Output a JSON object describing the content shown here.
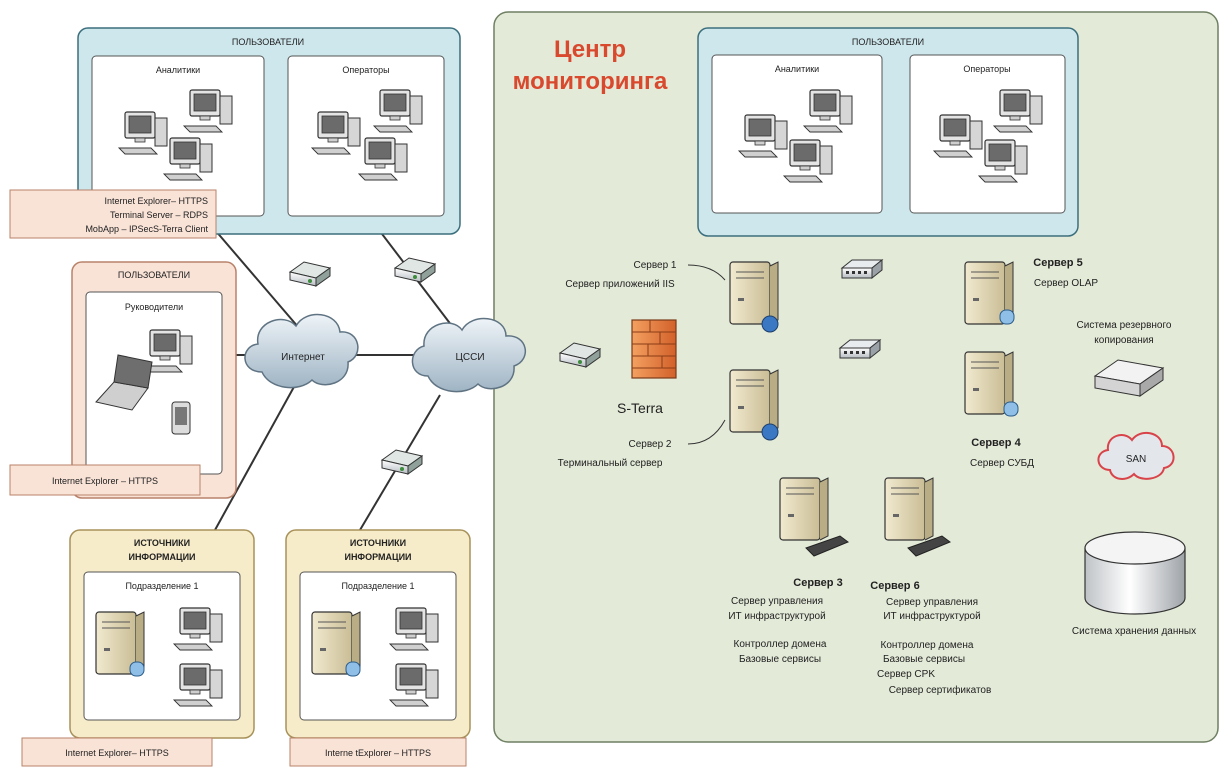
{
  "center": {
    "title_line1": "Центр",
    "title_line2": "мониторинга",
    "users_group": {
      "title": "ПОЛЬЗОВАТЕЛИ",
      "analysts": "Аналитики",
      "operators": "Операторы"
    }
  },
  "left_users": {
    "title": "ПОЛЬЗОВАТЕЛИ",
    "analysts": "Аналитики",
    "operators": "Операторы",
    "access_line1": "Internet Explorer– HTTPS",
    "access_line2": "Terminal Server – RDPS",
    "access_line3": "MobApp – IPSecS-Terra Client"
  },
  "managers": {
    "title": "ПОЛЬЗОВАТЕЛИ",
    "sub": "Руководители",
    "access": "Internet Explorer – HTTPS"
  },
  "sources_left": {
    "title_line1": "ИСТОЧНИКИ",
    "title_line2": "ИНФОРМАЦИИ",
    "sub": "Подразделение 1",
    "access": "Internet Explorer– HTTPS"
  },
  "sources_right": {
    "title_line1": "ИСТОЧНИКИ",
    "title_line2": "ИНФОРМАЦИИ",
    "sub": "Подразделение 1",
    "access": "Interne tExplorer – HTTPS"
  },
  "clouds": {
    "internet": "Интернет",
    "tssi": "ЦССИ",
    "san": "SAN"
  },
  "firewall": "S-Terra",
  "servers": {
    "s1_name": "Сервер 1",
    "s1_role": "Сервер приложений IIS",
    "s2_name": "Сервер 2",
    "s2_role": "Терминальный сервер",
    "s3_name": "Сервер 3",
    "s3_line1": "Сервер управления",
    "s3_line2": "ИТ инфраструктурой",
    "s3_line3": "Контроллер домена",
    "s3_line4": "Базовые сервисы",
    "s4_name": "Сервер 4",
    "s4_role": "Сервер СУБД",
    "s5_name": "Сервер 5",
    "s5_role": "Сервер OLAP",
    "s6_name": "Сервер 6",
    "s6_line1": "Сервер управления",
    "s6_line2": "ИТ инфраструктурой",
    "s6_line3": "Контроллер домена",
    "s6_line4": "Базовые сервисы",
    "s6_line5": "Сервер CPK",
    "s6_line6": "Сервер сертификатов"
  },
  "backup": {
    "line1": "Система резервного",
    "line2": "копирования"
  },
  "storage": "Система хранения данных",
  "colors": {
    "center_bg": "#e3ead8",
    "users_bg": "#cde7ec",
    "managers_bg": "#f9e3d7",
    "sources_bg": "#f7ecc9",
    "accent_red": "#d9492e",
    "san_link": "#d9434a"
  }
}
